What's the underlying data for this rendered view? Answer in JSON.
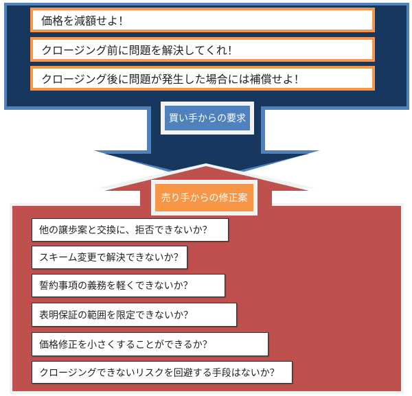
{
  "colors": {
    "navy": "#17375e",
    "blue": "#4f81bd",
    "red": "#c0504d",
    "orange": "#f79646"
  },
  "buyer": {
    "label": "買い手からの要求",
    "demands": [
      "価格を減額せよ！",
      "クロージング前に問題を解決してくれ！",
      "クロージング後に問題が発生した場合には補償せよ！"
    ]
  },
  "seller": {
    "label": "売り手からの修正案",
    "proposals": [
      "他の譲歩案と交換に、拒否できないか？",
      "スキーム変更で解決できないか？",
      "誓約事項の義務を軽くできないか？",
      "表明保証の範囲を限定できないか？",
      "価格修正を小さくすることができるか？",
      "クロージングできないリスクを回避する手段はないか？"
    ]
  }
}
